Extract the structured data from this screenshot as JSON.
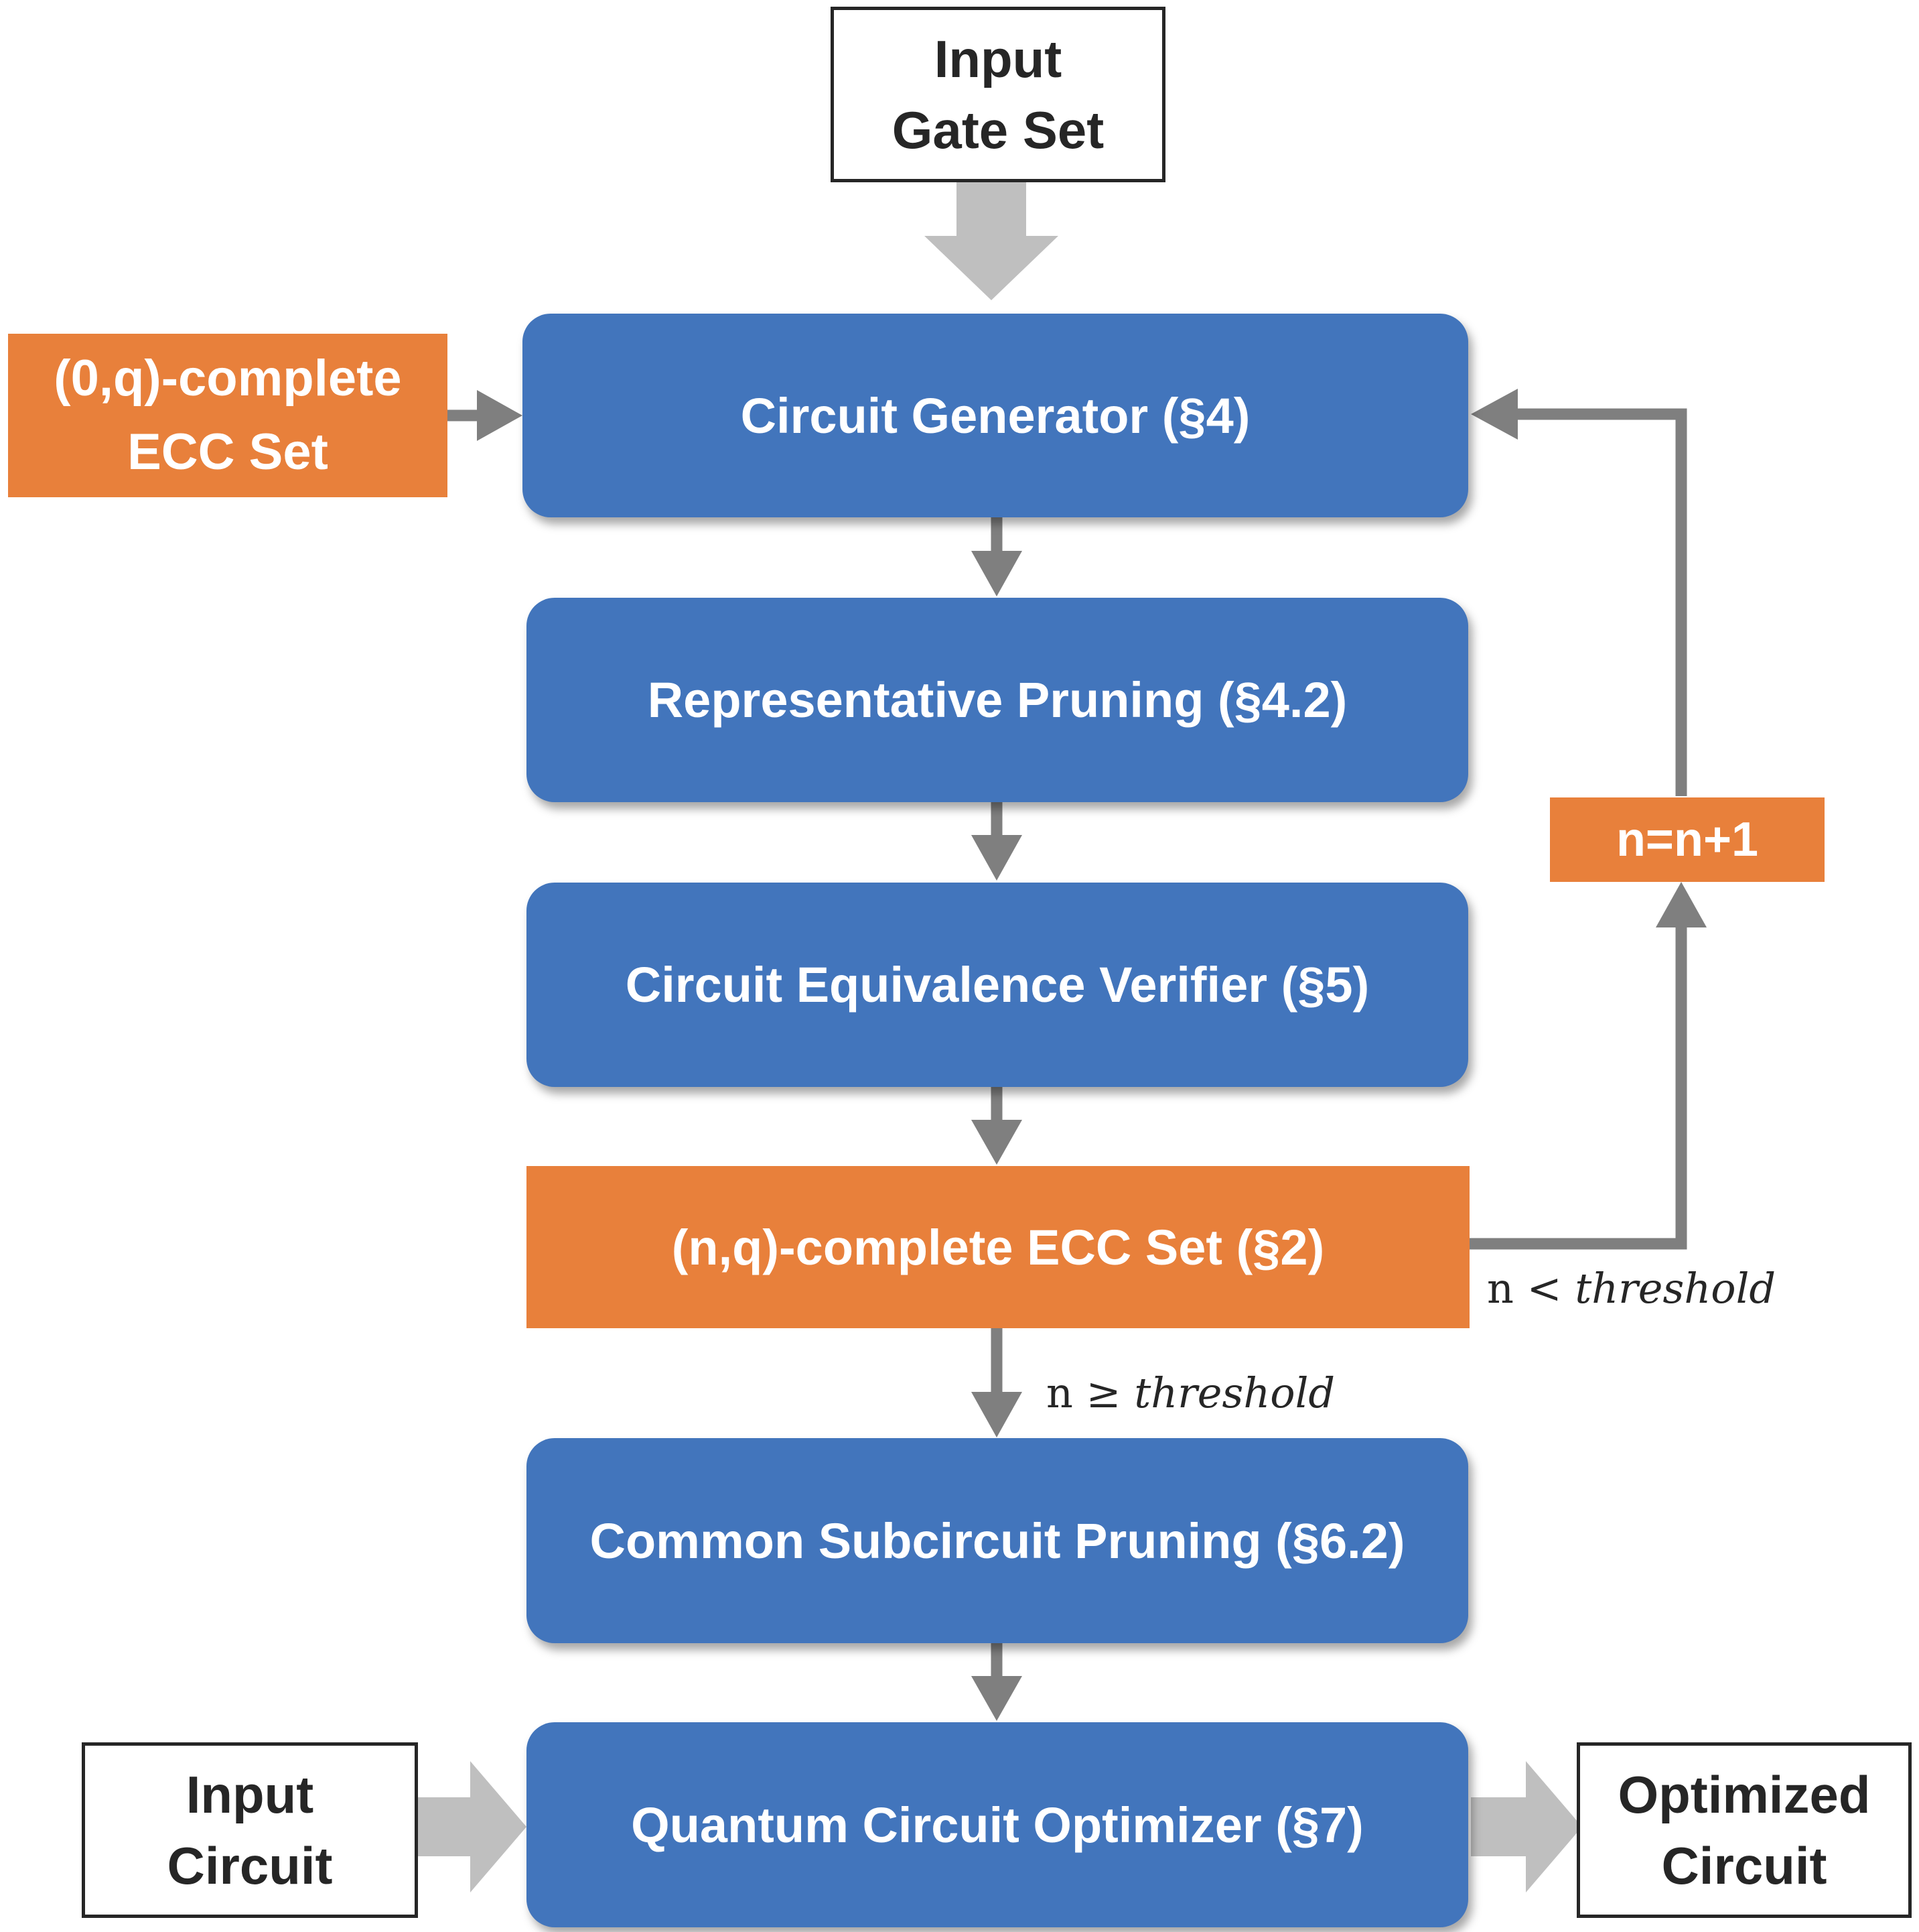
{
  "nodes": {
    "input_gate_set": [
      "Input",
      "Gate Set"
    ],
    "initial_ecc": [
      "(0,q)-complete",
      "ECC Set"
    ],
    "generator": "Circuit Generator (§4)",
    "rep_pruning": "Representative Pruning (§4.2)",
    "verifier": "Circuit Equivalence Verifier (§5)",
    "nq_ecc": "(n,q)-complete ECC Set (§2)",
    "increment": "n=n+1",
    "common_pruning": "Common Subcircuit Pruning (§6.2)",
    "optimizer": "Quantum Circuit Optimizer (§7)",
    "input_circuit": [
      "Input",
      "Circuit"
    ],
    "optimized_circuit": [
      "Optimized",
      "Circuit"
    ]
  },
  "edge_labels": {
    "loop": {
      "var": "n",
      "op": "<",
      "term": "threshold"
    },
    "exit": {
      "var": "n",
      "op": "≥",
      "term": "threshold"
    }
  },
  "colors": {
    "process": "#4275bc",
    "data": "#e8803b",
    "thin_arrow": "#7f7f7f",
    "thick_arrow": "#bfbfbf",
    "border": "#262626"
  }
}
